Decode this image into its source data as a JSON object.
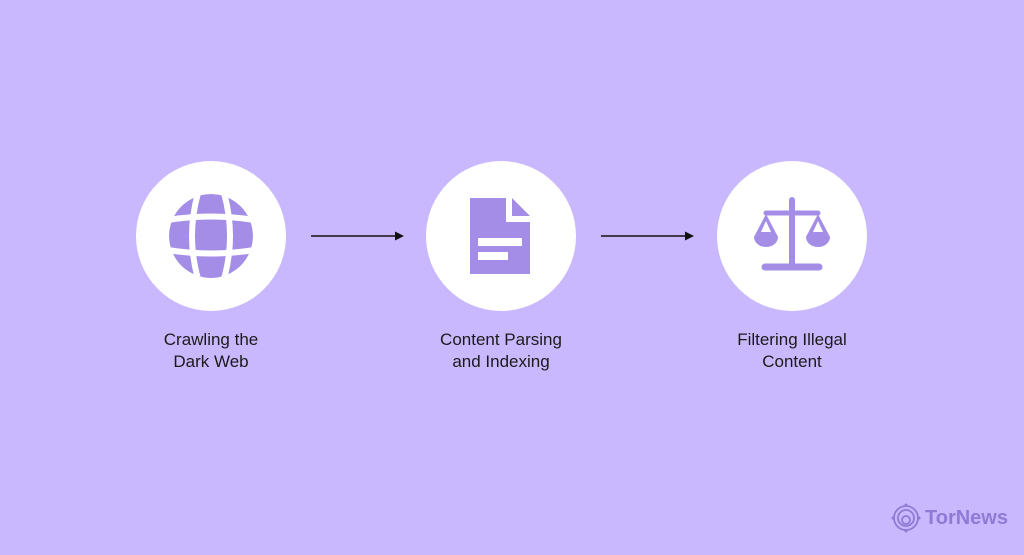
{
  "colors": {
    "background": "#cab8fe",
    "icon": "#a48de6",
    "circle": "#ffffff",
    "arrow": "#111111"
  },
  "steps": [
    {
      "icon": "globe-icon",
      "label_line1": "Crawling the",
      "label_line2": "Dark Web"
    },
    {
      "icon": "document-icon",
      "label_line1": "Content Parsing",
      "label_line2": "and Indexing"
    },
    {
      "icon": "scales-icon",
      "label_line1": "Filtering Illegal",
      "label_line2": "Content"
    }
  ],
  "logo": {
    "text": "TorNews"
  }
}
